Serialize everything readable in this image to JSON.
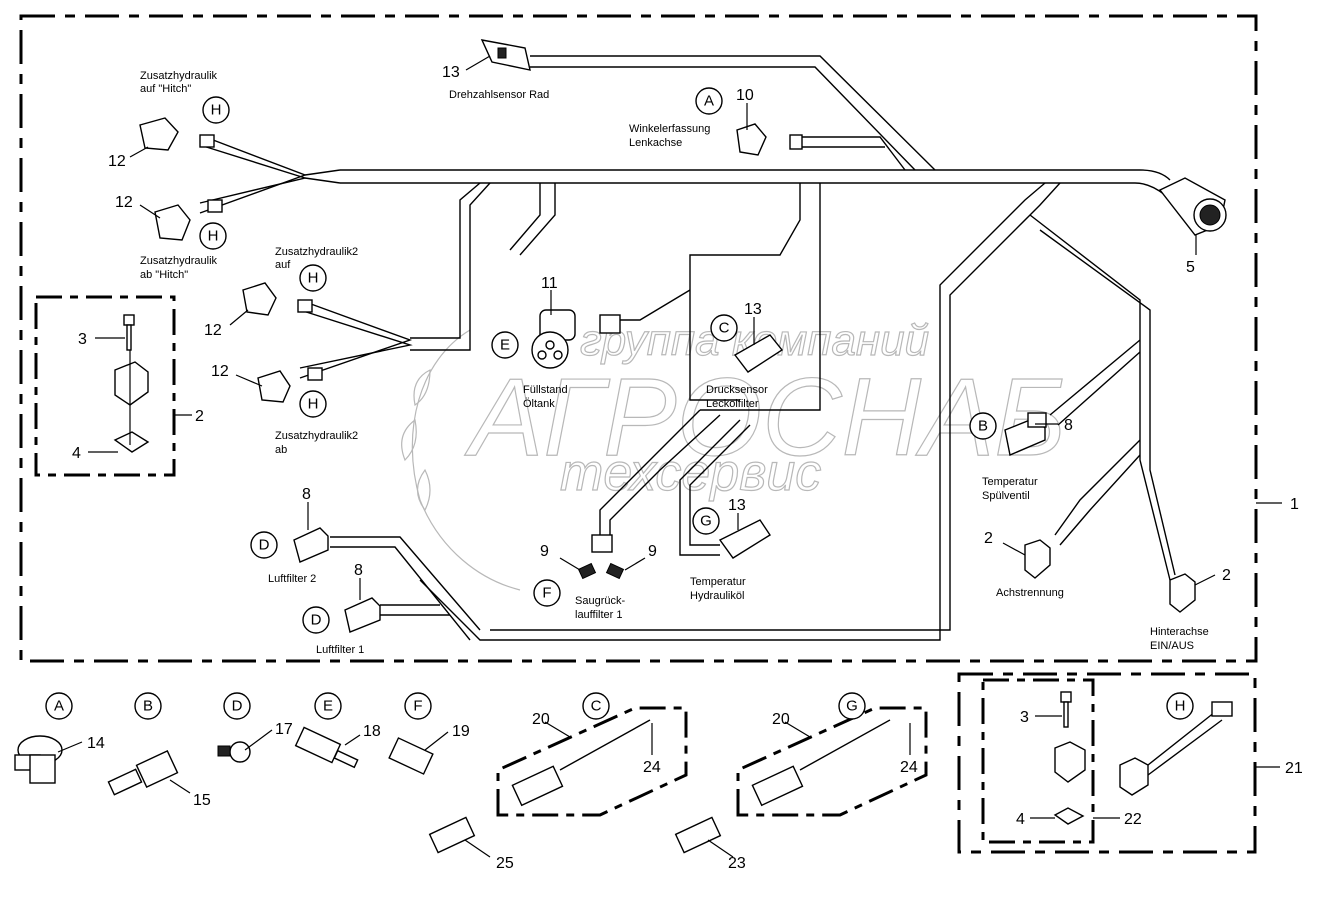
{
  "diagram": {
    "title": "Wiring harness with sensors (exploded parts view)",
    "colors": {
      "line": "#000000",
      "background": "#ffffff",
      "watermark": "#b8b8b8"
    },
    "watermark": {
      "line1": "группа компаний",
      "line2": "АГРОСНАБ",
      "line3": "техсервис"
    },
    "labels": {
      "zus_hitch_auf": [
        "Zusatzhydraulik",
        "auf \"Hitch\""
      ],
      "zus_hitch_ab": [
        "Zusatzhydraulik",
        "ab \"Hitch\""
      ],
      "zus2_auf": [
        "Zusatzhydraulik2",
        "auf"
      ],
      "zus2_ab": [
        "Zusatzhydraulik2",
        "ab"
      ],
      "drehzahl": [
        "Drehzahlsensor Rad"
      ],
      "winkel": [
        "Winkelerfassung",
        "Lenkachse"
      ],
      "fuellstand": [
        "Füllstand",
        "Öltank"
      ],
      "druck": [
        "Drucksensor",
        "Leckölfilter"
      ],
      "temp_spuel": [
        "Temperatur",
        "Spülventil"
      ],
      "achstrennung": [
        "Achstrennung"
      ],
      "hinterachse": [
        "Hinterachse",
        "EIN/AUS"
      ],
      "luftfilter2": [
        "Luftfilter 2"
      ],
      "luftfilter1": [
        "Luftfilter 1"
      ],
      "saug": [
        "Saugrück-",
        "lauffilter 1"
      ],
      "temp_hydr": [
        "Temperatur",
        "Hydrauliköl"
      ]
    },
    "callouts": {
      "c1": "1",
      "c2a": "2",
      "c2b": "2",
      "c2c": "2",
      "c3a": "3",
      "c3b": "3",
      "c4a": "4",
      "c4b": "4",
      "c5": "5",
      "c8a": "8",
      "c8b": "8",
      "c8c": "8",
      "c9a": "9",
      "c9b": "9",
      "c10": "10",
      "c11": "11",
      "c12a": "12",
      "c12b": "12",
      "c12c": "12",
      "c12d": "12",
      "c13a": "13",
      "c13b": "13",
      "c13c": "13",
      "c14": "14",
      "c15": "15",
      "c17": "17",
      "c18": "18",
      "c19": "19",
      "c20a": "20",
      "c20b": "20",
      "c21": "21",
      "c22": "22",
      "c23": "23",
      "c24a": "24",
      "c24b": "24",
      "c25": "25"
    },
    "letters": {
      "h1": "H",
      "h2": "H",
      "h3": "H",
      "h4": "H",
      "h5": "H",
      "a1": "A",
      "a2": "A",
      "b1": "B",
      "b2": "B",
      "c1": "C",
      "c2": "C",
      "d1": "D",
      "d2": "D",
      "d3": "D",
      "e1": "E",
      "e2": "E",
      "f1": "F",
      "f2": "F",
      "g1": "G",
      "g2": "G"
    }
  }
}
